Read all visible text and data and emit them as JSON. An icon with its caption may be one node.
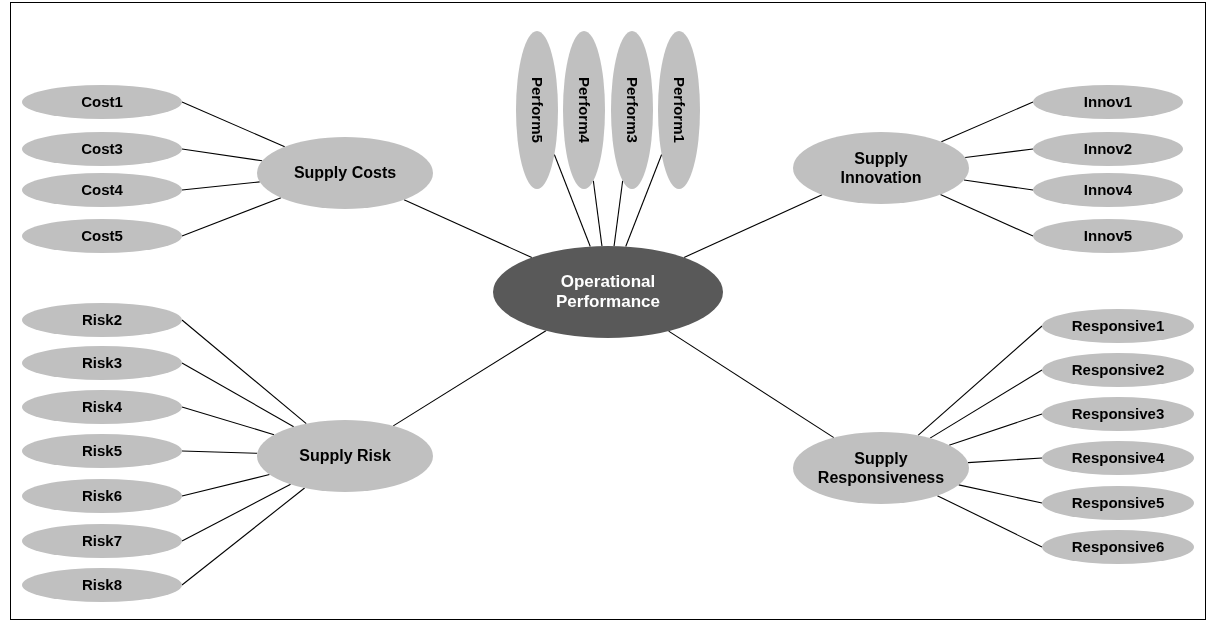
{
  "diagram": {
    "nodes": [
      {
        "text": [
          "Cost1"
        ]
      },
      {
        "text": [
          "Cost3"
        ]
      },
      {
        "text": [
          "Cost4"
        ]
      },
      {
        "text": [
          "Cost5"
        ]
      },
      {
        "text": [
          "Supply Costs"
        ]
      },
      {
        "text": [
          "Perform5"
        ]
      },
      {
        "text": [
          "Perform4"
        ]
      },
      {
        "text": [
          "Perform3"
        ]
      },
      {
        "text": [
          "Perform1"
        ]
      },
      {
        "text": [
          "Operational Performance"
        ]
      },
      {
        "text": [
          "Supply Innovation"
        ]
      },
      {
        "text": [
          "Innov1"
        ]
      },
      {
        "text": [
          "Innov2"
        ]
      },
      {
        "text": [
          "Innov4"
        ]
      },
      {
        "text": [
          "Innov5"
        ]
      },
      {
        "text": [
          "Risk2"
        ]
      },
      {
        "text": [
          "Risk3"
        ]
      },
      {
        "text": [
          "Risk4"
        ]
      },
      {
        "text": [
          "Risk5"
        ]
      },
      {
        "text": [
          "Risk6"
        ]
      },
      {
        "text": [
          "Risk7"
        ]
      },
      {
        "text": [
          "Risk8"
        ]
      },
      {
        "text": [
          "Supply Risk"
        ]
      },
      {
        "text": [
          "Supply Responsiveness"
        ]
      },
      {
        "text": [
          "Responsive1"
        ]
      },
      {
        "text": [
          "Responsive2"
        ]
      },
      {
        "text": [
          "Responsive3"
        ]
      },
      {
        "text": [
          "Responsive4"
        ]
      },
      {
        "text": [
          "Responsive5"
        ]
      },
      {
        "text": [
          "Responsive6"
        ]
      }
    ],
    "edges": [
      {
        "from": 0,
        "to": 4,
        "arrow": "none"
      },
      {
        "from": 1,
        "to": 4,
        "arrow": "none"
      },
      {
        "from": 2,
        "to": 4,
        "arrow": "none"
      },
      {
        "from": 3,
        "to": 4,
        "arrow": "none"
      },
      {
        "from": 5,
        "to": 9,
        "arrow": "none"
      },
      {
        "from": 6,
        "to": 9,
        "arrow": "none"
      },
      {
        "from": 7,
        "to": 9,
        "arrow": "none"
      },
      {
        "from": 8,
        "to": 9,
        "arrow": "none"
      },
      {
        "from": 4,
        "to": 9,
        "arrow": "none"
      },
      {
        "from": 10,
        "to": 9,
        "arrow": "none"
      },
      {
        "from": 22,
        "to": 9,
        "arrow": "none"
      },
      {
        "from": 23,
        "to": 9,
        "arrow": "none"
      },
      {
        "from": 11,
        "to": 10,
        "arrow": "none"
      },
      {
        "from": 12,
        "to": 10,
        "arrow": "none"
      },
      {
        "from": 13,
        "to": 10,
        "arrow": "none"
      },
      {
        "from": 14,
        "to": 10,
        "arrow": "none"
      },
      {
        "from": 15,
        "to": 22,
        "arrow": "none"
      },
      {
        "from": 16,
        "to": 22,
        "arrow": "none"
      },
      {
        "from": 17,
        "to": 22,
        "arrow": "none"
      },
      {
        "from": 18,
        "to": 22,
        "arrow": "none"
      },
      {
        "from": 19,
        "to": 22,
        "arrow": "none"
      },
      {
        "from": 20,
        "to": 22,
        "arrow": "none"
      },
      {
        "from": 21,
        "to": 22,
        "arrow": "none"
      },
      {
        "from": 24,
        "to": 23,
        "arrow": "none"
      },
      {
        "from": 25,
        "to": 23,
        "arrow": "none"
      },
      {
        "from": 26,
        "to": 23,
        "arrow": "none"
      },
      {
        "from": 27,
        "to": 23,
        "arrow": "none"
      },
      {
        "from": 28,
        "to": 23,
        "arrow": "none"
      },
      {
        "from": 29,
        "to": 23,
        "arrow": "none"
      }
    ]
  }
}
